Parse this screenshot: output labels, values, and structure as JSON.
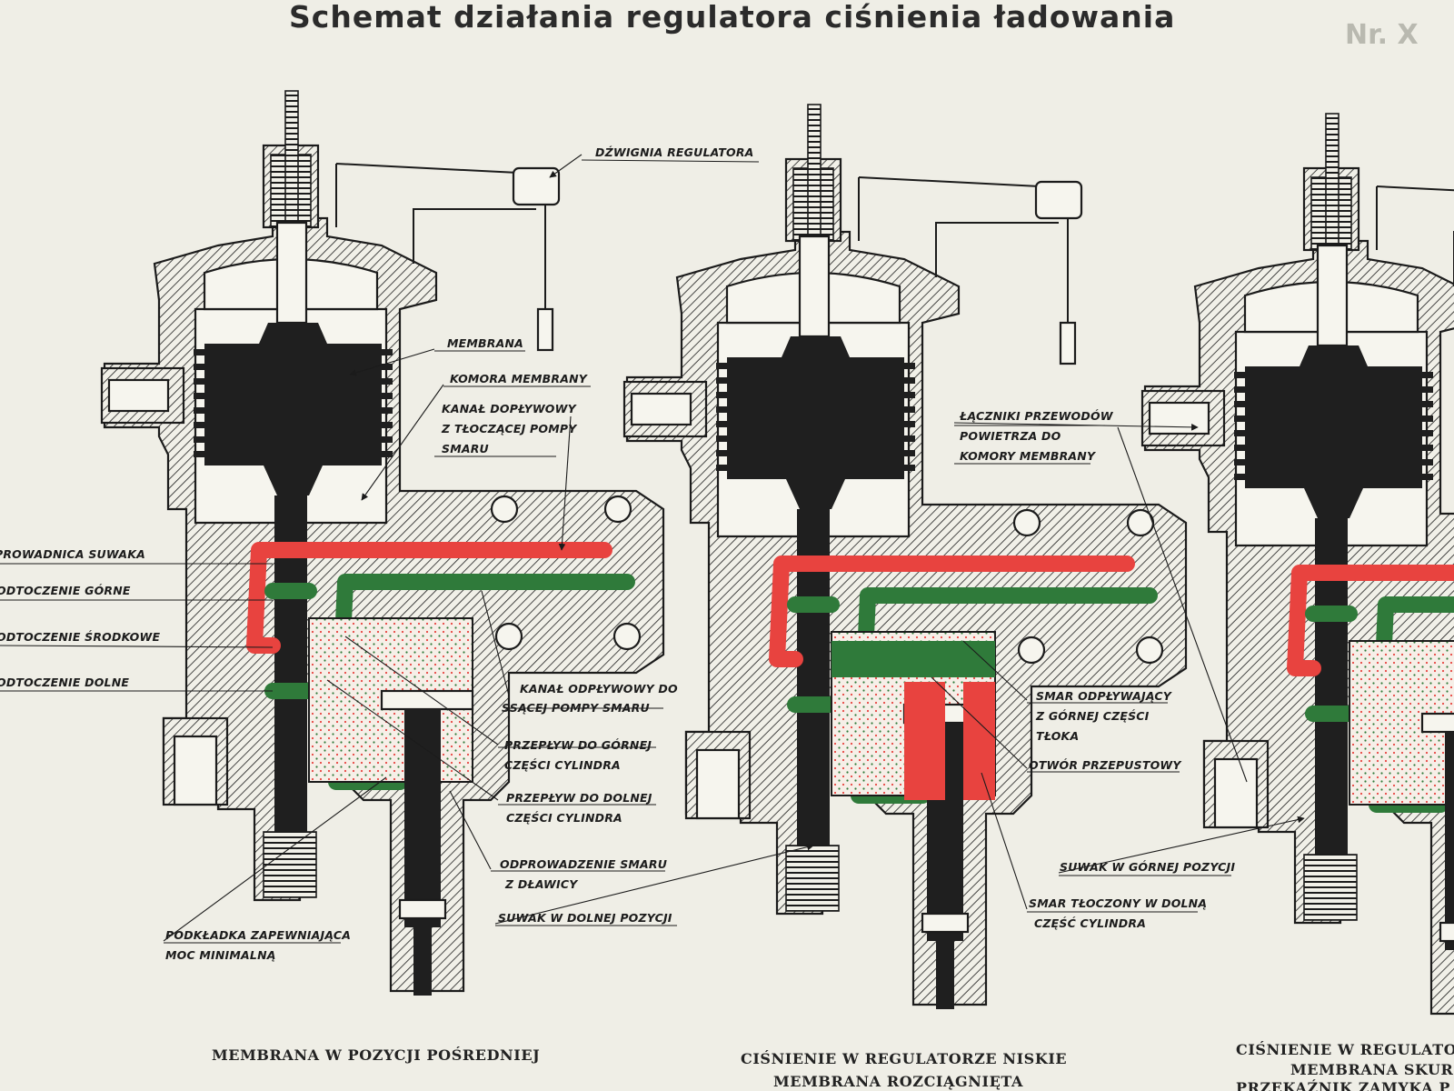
{
  "title": "Schemat działania regulatora ciśnienia ładowania",
  "ghost_text": "Nr. X",
  "labels": {
    "dzwignia": "DŹWIGNIA REGULATORA",
    "membrana": "MEMBRANA",
    "komora": "KOMORA MEMBRANY",
    "kanal_doplyw_1": "KANAŁ DOPŁYWOWY",
    "kanal_doplyw_2": "Z TŁOCZĄCEJ POMPY",
    "kanal_doplyw_3": "SMARU",
    "prowadnica": "PROWADNICA SUWAKA",
    "odt_gorne": "ODTOCZENIE GÓRNE",
    "odt_srodkowe": "ODTOCZENIE ŚRODKOWE",
    "odt_dolne": "ODTOCZENIE DOLNE",
    "kanal_odplyw_1": "KANAŁ ODPŁYWOWY DO",
    "kanal_odplyw_2": "SSĄCEJ POMPY SMARU",
    "przeplyw_g_1": "PRZEPŁYW DO GÓRNEJ",
    "przeplyw_g_2": "CZĘŚCI CYLINDRA",
    "przeplyw_d_1": "PRZEPŁYW DO DOLNEJ",
    "przeplyw_d_2": "CZĘŚCI CYLINDRA",
    "odprowadzenie_1": "ODPROWADZENIE SMARU",
    "odprowadzenie_2": "Z DŁAWICY",
    "podkladka_1": "PODKŁADKA ZAPEWNIAJĄCA",
    "podkladka_2": "MOC MINIMALNĄ",
    "suwak_dolny": "SUWAK W DOLNEJ POZYCJI",
    "laczniki_1": "ŁĄCZNIKI PRZEWODÓW",
    "laczniki_2": "POWIETRZA DO",
    "laczniki_3": "KOMORY MEMBRANY",
    "smar_odpl_1": "SMAR ODPŁYWAJĄCY",
    "smar_odpl_2": "Z GÓRNEJ CZĘŚCI",
    "smar_odpl_3": "TŁOKA",
    "otwor": "OTWÓR PRZEPUSTOWY",
    "smar_tl_1": "SMAR TŁOCZONY W DOLNĄ",
    "smar_tl_2": "CZĘŚĆ CYLINDRA",
    "suwak_gorny": "SUWAK W GÓRNEJ POZYCJI"
  },
  "captions": {
    "c1": "MEMBRANA W POZYCJI POŚREDNIEJ",
    "c2_1": "CIŚNIENIE W REGULATORZE NISKIE",
    "c2_2": "MEMBRANA ROZCIĄGNIĘTA",
    "c3_1": "CIŚNIENIE W REGULATORZE",
    "c3_2": "MEMBRANA SKURCZ",
    "c3_3": "PRZEKAŹNIK ZAMYKA P"
  },
  "colors": {
    "paper": "#efeee6",
    "oil_pressure": "#e8433f",
    "oil_return": "#2f7a3a",
    "ink": "#1b1b1b"
  }
}
